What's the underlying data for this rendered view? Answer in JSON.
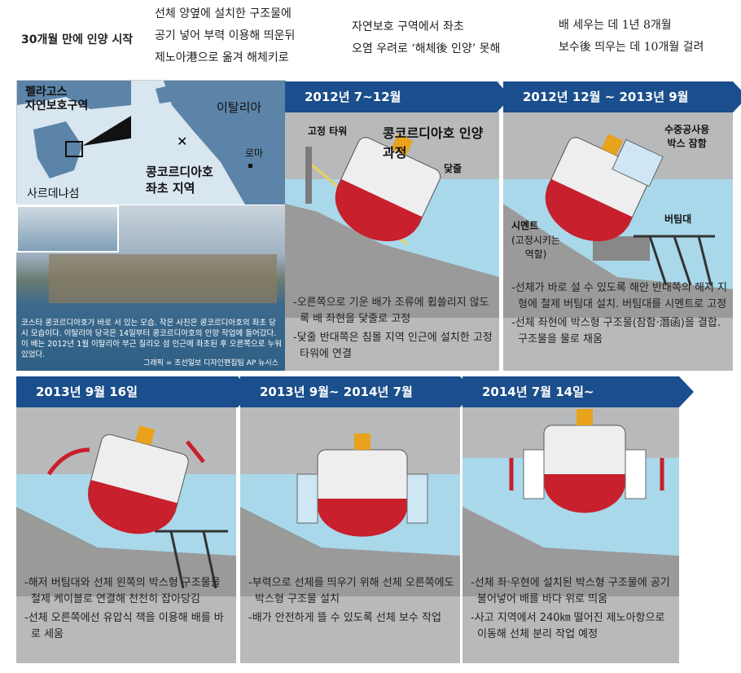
{
  "headline": {
    "title": "30개월 만에 인양 시작",
    "col1": [
      "선체 양옆에 설치한 구조물에",
      "공기 넣어 부력 이용해 띄운뒤",
      "제노아港으로 옮겨 해체키로"
    ],
    "col2": [
      "자연보호 구역에서 좌초",
      "오염 우려로 ‘해체後 인양’ 못해"
    ],
    "col3": [
      "배 세우는 데 1년 8개월",
      "보수後 띄우는 데 10개월 걸려"
    ]
  },
  "map": {
    "pelagos": "펠라고스\n자연보호구역",
    "italy": "이탈리아",
    "rome": "로마",
    "site": "콩코르디아호\n좌초 지역",
    "sardinia": "사르데냐섬"
  },
  "photo": {
    "caption": "코스타 콩코르디아호가 바로 서 있는 모습. 작은 사진은 콩코르디아호의 좌초 당시 모습이다. 이탈리아 당국은 14일부터 콩코르디아호의 인양 작업에 들어갔다. 이 배는 2012년 1월 이탈리아 부근 질리오 섬 인근에 좌초된 후 오른쪽으로 누워 있었다.",
    "credit": "그래픽 = 조선일보 디자인편집팀   AP 뉴시스"
  },
  "diagram_title": "콩코르디아호 인양 과정",
  "steps": [
    {
      "period": "2012년 7~12월",
      "labels": [
        "고정 타워",
        "닻줄"
      ],
      "desc": [
        "-오른쪽으로 기운 배가 조류에 휩쓸리지 않도록 배 좌현을 닻줄로 고정",
        "-닻줄 반대쪽은 침몰 지역 인근에 설치한 고정 타워에 연결"
      ]
    },
    {
      "period": "2012년 12월 ~ 2013년 9월",
      "labels": [
        "수중공사용\n박스 잠함",
        "시멘트",
        "(고정시키는\n역할)",
        "버팀대"
      ],
      "desc": [
        "-선체가 바로 설 수 있도록 해안 반대쪽의 해저 지형에 철제 버팀대 설치. 버팀대를 시멘트로 고정",
        "-선체 좌현에 박스형 구조물(잠함·潛函)을 결합. 구조물을 물로 채움"
      ]
    },
    {
      "period": "2013년 9월 16일",
      "desc": [
        "-해저 버팀대와 선체 왼쪽의 박스형 구조물을 철제 케이블로 연결해 천천히 잡아당김",
        "-선체 오른쪽에선 유압식 잭을 이용해 배를 바로 세움"
      ]
    },
    {
      "period": "2013년 9월~ 2014년 7월",
      "desc": [
        "-부력으로 선체를 띄우기 위해 선체 오른쪽에도 박스형 구조물 설치",
        "-배가 안전하게 뜰 수 있도록 선체 보수 작업"
      ]
    },
    {
      "period": "2014년 7월 14일~",
      "desc": [
        "-선체 좌·우현에 설치된 박스형 구조물에 공기 불어넣어 배를 바다 위로 띄움",
        "-사고 지역에서 240㎞ 떨어진 제노아항으로 이동해 선체 분리 작업 예정"
      ]
    }
  ],
  "colors": {
    "header": "#1b4e8c",
    "panel": "#b8b9bb",
    "sea": "#a9d8ea",
    "hull": "#c8202c"
  }
}
